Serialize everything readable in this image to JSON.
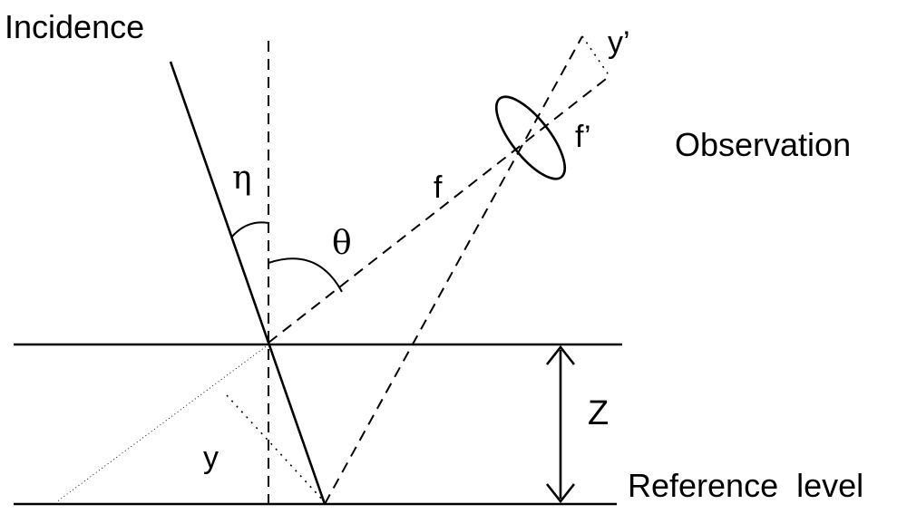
{
  "labels": {
    "incidence": "Incidence",
    "observation": "Observation",
    "reference_level": "Reference  level",
    "eta": "η",
    "theta": "θ",
    "f": "f",
    "f_prime": "f’",
    "y": "y",
    "y_prime": "y’",
    "z": "Z"
  }
}
